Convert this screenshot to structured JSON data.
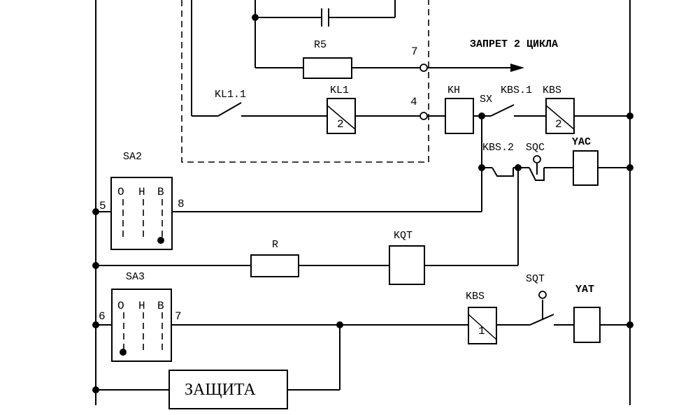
{
  "labels": {
    "r5": "R5",
    "kl11": "KL1.1",
    "kl1": "KL1",
    "kl1_coil": "2",
    "kh": "KH",
    "sx": "SX",
    "kbs1": "KBS.1",
    "kbs_top": "KBS",
    "kbs_top_coil": "2",
    "kbs2": "KBS.2",
    "sqc": "SQC",
    "yac": "YAC",
    "sa2": "SA2",
    "sa3": "SA3",
    "r": "R",
    "kqt": "KQT",
    "kbs_bottom": "KBS",
    "kbs_bottom_coil": "1",
    "sqt": "SQT",
    "yat": "YAT",
    "protection": "ЗАЩИТА"
  },
  "terminals": {
    "t7": "7",
    "t4": "4",
    "t5": "5",
    "t8": "8",
    "t6": "6",
    "t7b": "7"
  },
  "signals": {
    "cycle_block": "ЗАПРЕТ 2 ЦИКЛА"
  },
  "switch_positions": {
    "sa2": [
      "О",
      "Н",
      "В"
    ],
    "sa3": [
      "О",
      "Н",
      "В"
    ]
  }
}
